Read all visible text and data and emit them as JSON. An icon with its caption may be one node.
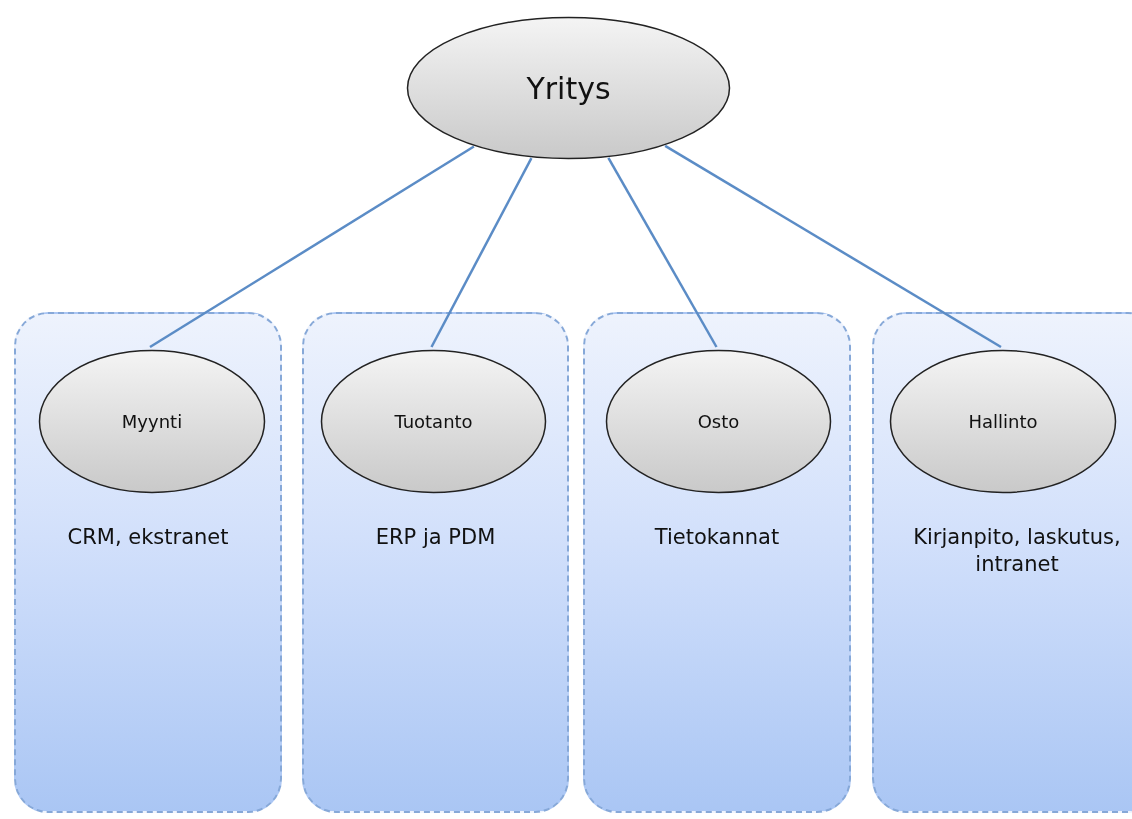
{
  "diagram": {
    "nodes": [
      {
        "text": [
          "Yritys"
        ]
      },
      {
        "text": [
          "CRM, ekstranet"
        ]
      },
      {
        "text": [
          "Myynti"
        ],
        "in": 1
      },
      {
        "text": [
          "ERP ja PDM"
        ]
      },
      {
        "text": [
          "Tuotanto"
        ],
        "in": 3
      },
      {
        "text": [
          "Tietokannat"
        ]
      },
      {
        "text": [
          "Osto"
        ],
        "in": 5
      },
      {
        "text": [
          "Kirjanpito, laskutus, intranet"
        ]
      },
      {
        "text": [
          "Hallinto"
        ],
        "in": 7
      }
    ],
    "edges": [
      {
        "from": 0,
        "to": 2,
        "arrow": "none"
      },
      {
        "from": 0,
        "to": 4,
        "arrow": "none"
      },
      {
        "from": 0,
        "to": 6,
        "arrow": "none"
      },
      {
        "from": 0,
        "to": 8,
        "arrow": "none"
      }
    ]
  }
}
